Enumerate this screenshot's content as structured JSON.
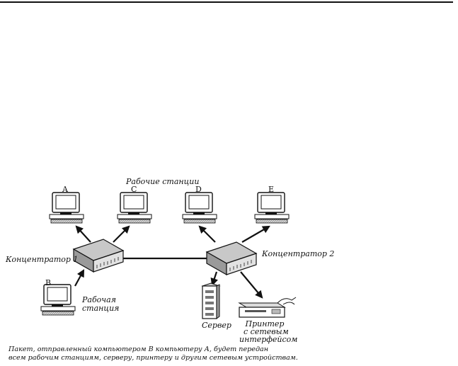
{
  "diagram": {
    "workstations_title": "Рабочие станции",
    "computers": {
      "a": "A",
      "b": "B",
      "c": "C",
      "d": "D",
      "e": "E"
    },
    "hub1_label": "Концентратор 1",
    "hub2_label": "Концентратор 2",
    "workstation_b_label_line1": "Рабочая",
    "workstation_b_label_line2": "станция",
    "server_label": "Сервер",
    "printer_label_line1": "Принтер",
    "printer_label_line2": "с сетевым",
    "printer_label_line3": "интерфейсом",
    "caption_line1": "Пакет, отправленный компьютером В компьютеру А, будет передан",
    "caption_line2": "всем рабочим станциям, серверу, принтеру и другим сетевым устройствам."
  }
}
